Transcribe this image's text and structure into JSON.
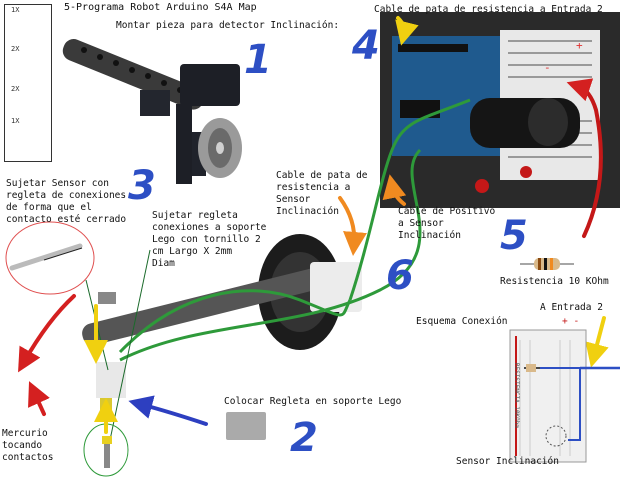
{
  "title": "5-Programa Robot Arduino S4A Map",
  "parts_list": [
    {
      "qty": "1X"
    },
    {
      "qty": "2X"
    },
    {
      "qty": "2X"
    },
    {
      "qty": "1X"
    }
  ],
  "steps": [
    {
      "number": "1",
      "text": "Montar pieza para detector Inclinación:",
      "color": "#2d4fc4"
    },
    {
      "number": "2",
      "text": "Colocar Regleta en soporte Lego",
      "color": "#2d4fc4"
    },
    {
      "number": "3",
      "text": "Sujetar Sensor con\nregleta de conexiones\nde forma que el\ncontacto esté cerrado",
      "color": "#2d4fc4"
    },
    {
      "number": "4",
      "text": "Cable de pata de resistencia a Entrada 2",
      "color": "#2d4fc4"
    },
    {
      "number": "5",
      "text": "Resistencia 10 KOhm",
      "color": "#2d4fc4"
    },
    {
      "number": "6",
      "text": "Cable de pata de\nresistencia a\nSensor\nInclinación",
      "color": "#2d4fc4"
    }
  ],
  "labels": {
    "regleta": "Sujetar regleta\nconexiones a soporte\nLego con tornillo 2\ncm Largo X 2mm\nDiam",
    "positivo": "Cable de Positivo\na Sensor\nInclinación",
    "mercurio": "Mercurio\ntocando\ncontactos",
    "esquema": "Esquema Conexión",
    "entrada2": "A Entrada 2",
    "sensor": "Sensor Inclinación",
    "plus_minus": "+ -",
    "res_vertical": "RESISTENCIA 10KOhm",
    "board_plus": "+",
    "board_minus": "-"
  },
  "colors": {
    "step_number": "#2d4fc4",
    "arrow_red": "#d42020",
    "arrow_yellow": "#f0d010",
    "arrow_orange": "#f08a20",
    "arrow_blue": "#2d3fc0",
    "wire_green": "#2e9a3a"
  }
}
